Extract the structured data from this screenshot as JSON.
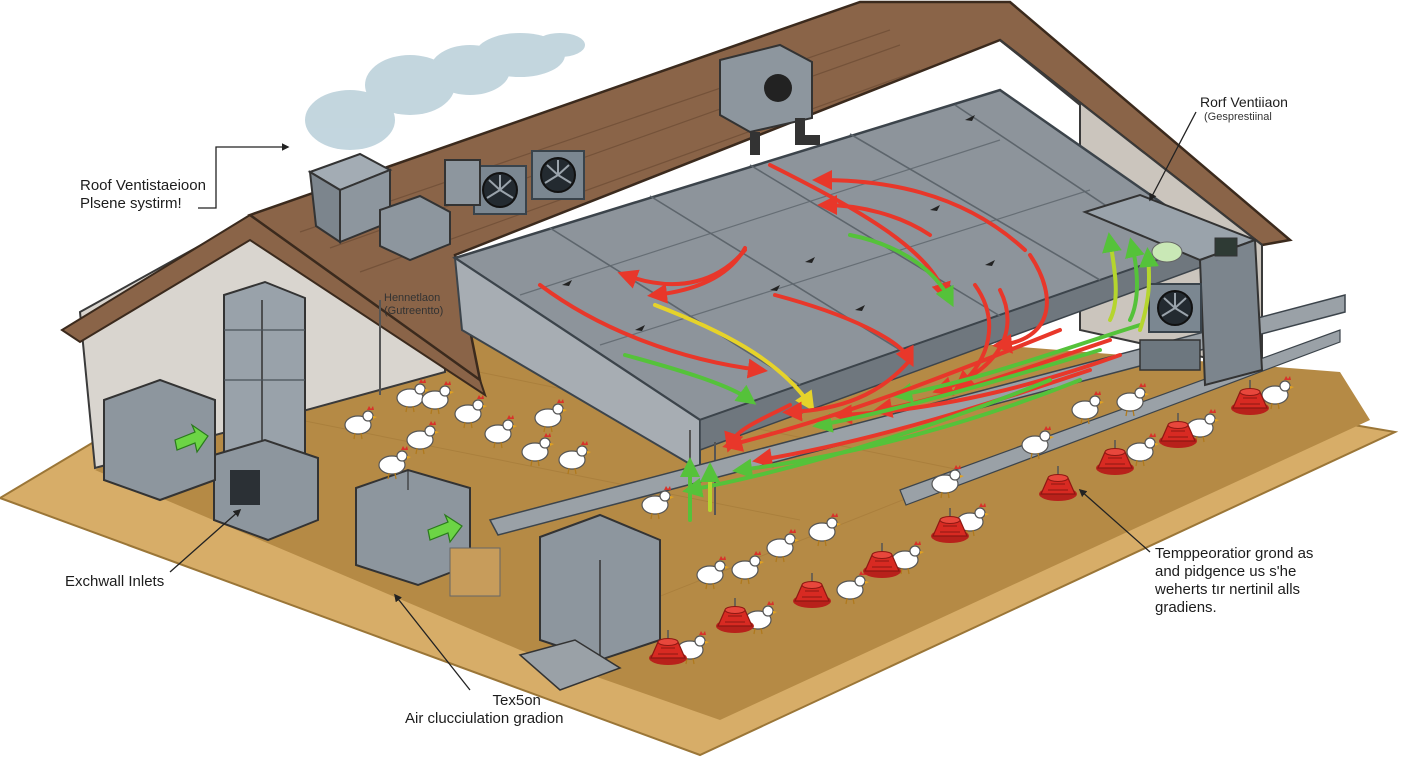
{
  "labels": {
    "roof_vent_left_1": "Roof Ventistaeioon",
    "roof_vent_left_2": "Plsene systirm!",
    "roof_vent_right_1": "Rorf Ventiiaon",
    "roof_vent_right_2": "(Gesprestiinal",
    "henn_1": "Hennetlaon",
    "henn_2": "(Gutreentto)",
    "exchwall": "Exchwall Inlets",
    "tex_1": "Tex5on",
    "tex_2": "Air clucciulation gradion",
    "temp_1": "Temppeoratior grond as",
    "temp_2": "and pidgence us s'he",
    "temp_3": "weherts tır nertinil alls",
    "temp_4": "gradiens."
  },
  "colors": {
    "roof": "#8a6448",
    "metal": "#8a949e",
    "floor": "#b58a45",
    "hot_air": "#e8372a",
    "warm_air": "#f2e22c",
    "cool_air": "#55c23a",
    "feeder": "#d82a22"
  },
  "icons": [
    "fan-icon",
    "inlet-arrow-icon",
    "chicken-icon",
    "feeder-icon",
    "smoke-cloud-icon"
  ]
}
